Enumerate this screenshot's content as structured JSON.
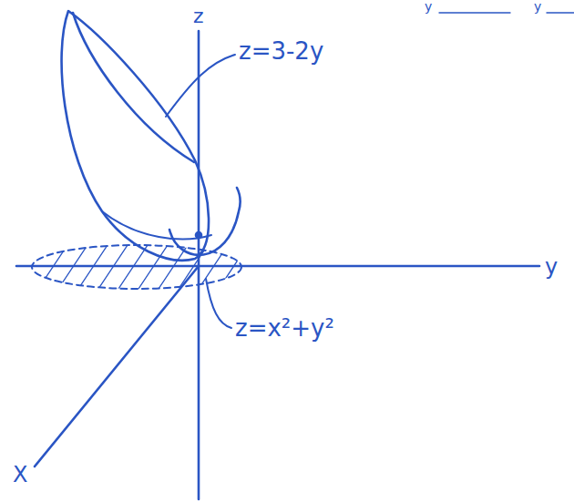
{
  "diagram": {
    "labels": [
      "y",
      "y",
      "z",
      "z=3-2y",
      "z=x²+y²",
      "y",
      "X"
    ]
  }
}
